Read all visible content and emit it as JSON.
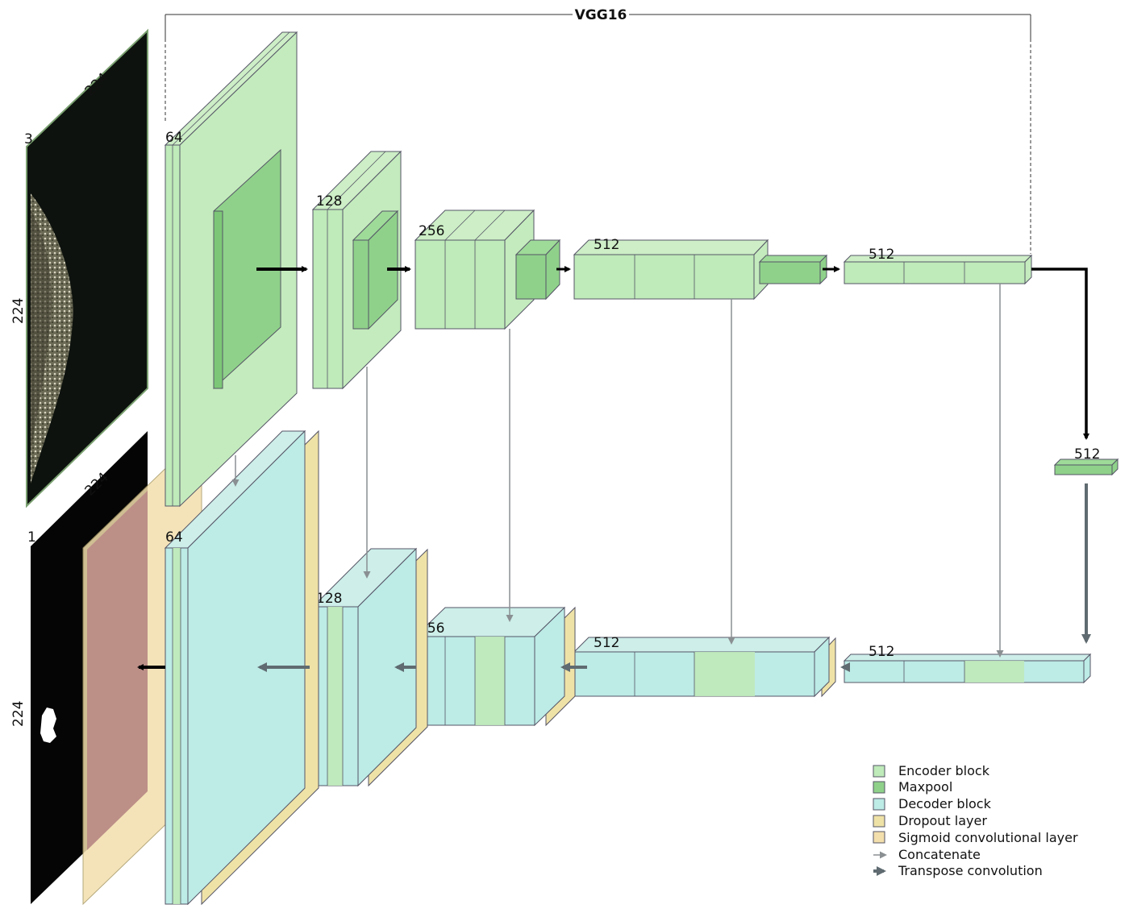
{
  "title": "VGG16",
  "colors": {
    "encoder": "#bfeab9",
    "maxpool": "#8fd18a",
    "decoder": "#bdebe6",
    "dropout": "#efe2a6",
    "sigmoid": "#f3dfac",
    "output_overlay": "#b98a86",
    "arrow_concat": "#8a8f92",
    "arrow_transpose": "#5f6b70"
  },
  "labels": {
    "input_channels": "3",
    "input_width": "224",
    "input_height": "224",
    "output_channels": "1",
    "output_width": "224",
    "output_height": "224",
    "enc1": "64",
    "enc2": "128",
    "enc3": "256",
    "enc4": "512",
    "enc5": "512",
    "bottleneck": "512",
    "dec5": "512",
    "dec4": "512",
    "dec3": "256",
    "dec2": "128",
    "dec1": "64"
  },
  "legend": [
    {
      "label": "Encoder block",
      "color": "#bfeab9",
      "kind": "box"
    },
    {
      "label": "Maxpool",
      "color": "#8fd18a",
      "kind": "box"
    },
    {
      "label": "Decoder block",
      "color": "#bdebe6",
      "kind": "box"
    },
    {
      "label": "Dropout layer",
      "color": "#efe2a6",
      "kind": "box"
    },
    {
      "label": "Sigmoid convolutional layer",
      "color": "#f3dfac",
      "kind": "box"
    },
    {
      "label": "Concatenate",
      "color": "#8a8f92",
      "kind": "thin-arrow"
    },
    {
      "label": "Transpose convolution",
      "color": "#5f6b70",
      "kind": "thick-arrow"
    }
  ]
}
